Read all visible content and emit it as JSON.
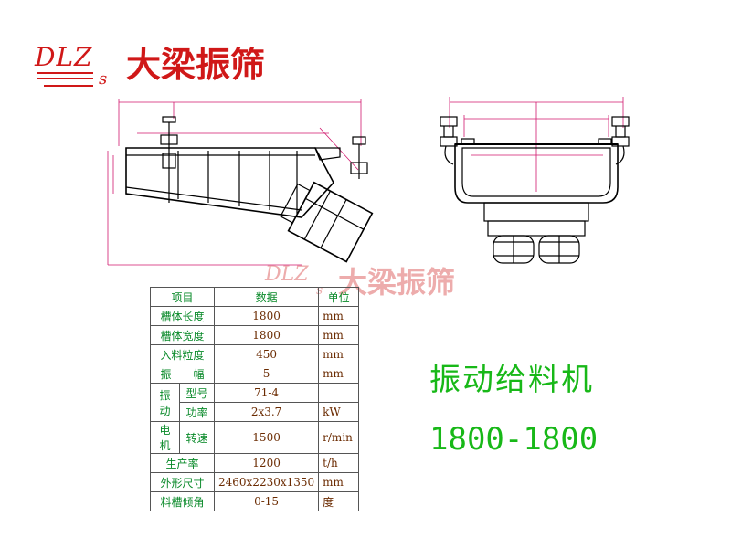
{
  "logo": {
    "dlz": "DLZ",
    "s": "s",
    "name": "大梁振筛"
  },
  "watermark": {
    "dlz": "DLZ",
    "s": "s",
    "name": "大梁振筛"
  },
  "table": {
    "header": {
      "item": "项目",
      "data": "数据",
      "unit": "单位"
    },
    "rows": [
      {
        "label": "槽体长度",
        "value": "1800",
        "unit": "mm"
      },
      {
        "label": "槽体宽度",
        "value": "1800",
        "unit": "mm"
      },
      {
        "label": "入料粒度",
        "value": "450",
        "unit": "mm"
      },
      {
        "label": "振　　幅",
        "value": "5",
        "unit": "mm"
      }
    ],
    "motor": {
      "group1": "振动",
      "group2": "电机",
      "model_label": "型号",
      "model_value": "71-4",
      "model_unit": "",
      "power_label": "功率",
      "power_value": "2x3.7",
      "power_unit": "kW",
      "speed_label": "转速",
      "speed_value": "1500",
      "speed_unit": "r/min"
    },
    "rows2": [
      {
        "label": "生产率",
        "value": "1200",
        "unit": "t/h"
      },
      {
        "label": "外形尺寸",
        "value": "2460x2230x1350",
        "unit": "mm"
      },
      {
        "label": "料槽倾角",
        "value": "0-15",
        "unit": "度"
      }
    ]
  },
  "product": {
    "title": "振动给料机",
    "model": "1800-1800"
  },
  "colors": {
    "brand_red": "#d01818",
    "drawing_line": "#000000",
    "dimension": "#d0186e",
    "green_text": "#18b818"
  }
}
